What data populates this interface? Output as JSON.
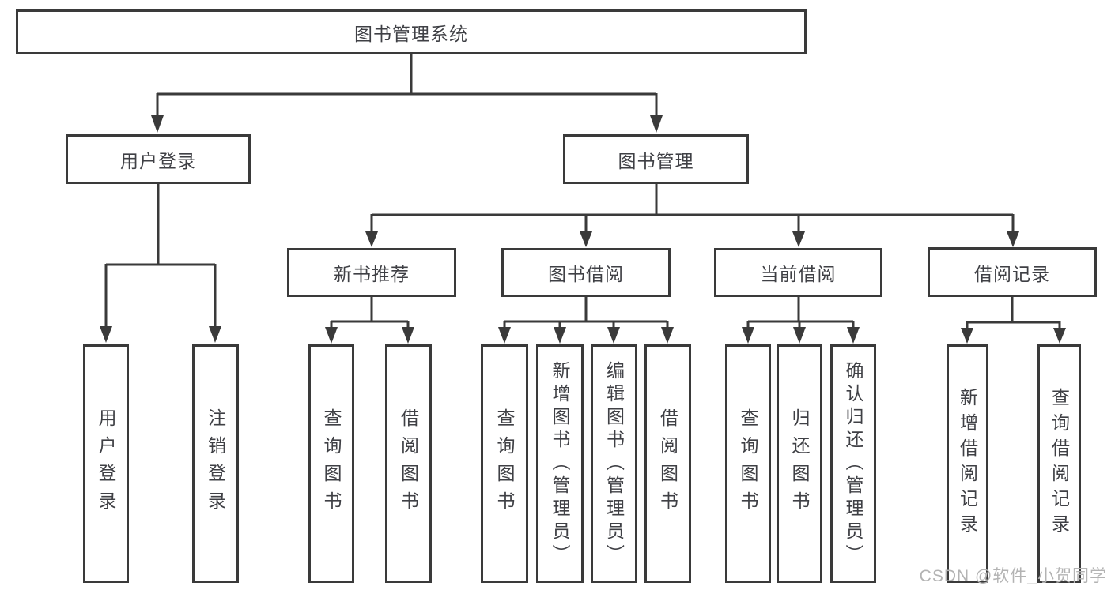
{
  "diagram": {
    "root": {
      "label": "图书管理系统"
    },
    "level1": [
      {
        "id": "user-login",
        "label": "用户登录",
        "children": [
          {
            "label": "用户登录"
          },
          {
            "label": "注销登录"
          }
        ]
      },
      {
        "id": "book-management",
        "label": "图书管理",
        "children": [
          {
            "id": "new-book-recommend",
            "label": "新书推荐",
            "children": [
              {
                "label": "查询图书"
              },
              {
                "label": "借阅图书"
              }
            ]
          },
          {
            "id": "book-borrowing",
            "label": "图书借阅",
            "children": [
              {
                "label": "查询图书"
              },
              {
                "label": "新增图书（管理员）"
              },
              {
                "label": "编辑图书（管理员）"
              },
              {
                "label": "借阅图书"
              }
            ]
          },
          {
            "id": "current-borrowing",
            "label": "当前借阅",
            "children": [
              {
                "label": "查询图书"
              },
              {
                "label": "归还图书"
              },
              {
                "label": "确认归还（管理员）"
              }
            ]
          },
          {
            "id": "borrow-records",
            "label": "借阅记录",
            "children": [
              {
                "label": "新增借阅记录"
              },
              {
                "label": "查询借阅记录"
              }
            ]
          }
        ]
      }
    ]
  },
  "watermark": {
    "text": "CSDN @软件_小贺同学"
  },
  "colors": {
    "line": "#3a3a3a",
    "text": "#3f4045",
    "watermark": "#b3b3b3",
    "background": "#ffffff"
  }
}
